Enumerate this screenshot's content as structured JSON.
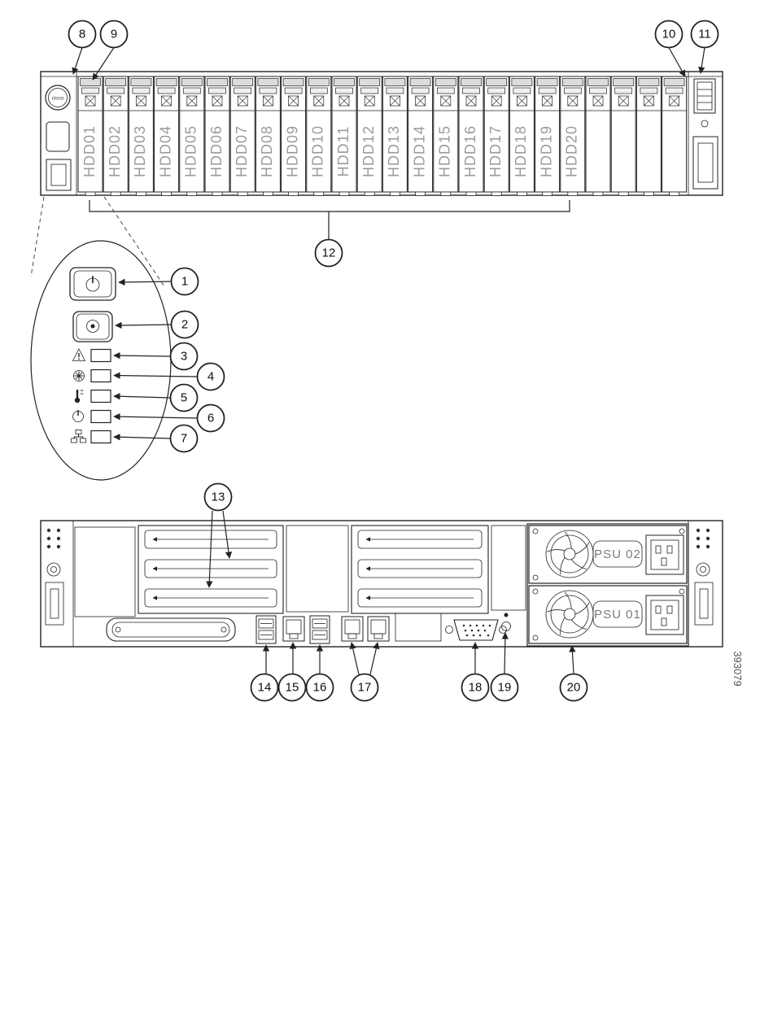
{
  "figure": {
    "part_number": "393079",
    "brand": "cisco",
    "colors": {
      "ink": "#222222",
      "muted_label": "#9a9a9a"
    }
  },
  "callouts": {
    "numbers": [
      "1",
      "2",
      "3",
      "4",
      "5",
      "6",
      "7",
      "8",
      "9",
      "10",
      "11",
      "12",
      "13",
      "14",
      "15",
      "16",
      "17",
      "18",
      "19",
      "20"
    ]
  },
  "front_panel": {
    "drive_labels": [
      "HDD01",
      "HDD02",
      "HDD03",
      "HDD04",
      "HDD05",
      "HDD06",
      "HDD07",
      "HDD08",
      "HDD09",
      "HDD10",
      "HDD11",
      "HDD12",
      "HDD13",
      "HDD14",
      "HDD15",
      "HDD16",
      "HDD17",
      "HDD18",
      "HDD19",
      "HDD20"
    ]
  },
  "rear_panel": {
    "psu_top_label": "PSU 02",
    "psu_bottom_label": "PSU 01"
  }
}
